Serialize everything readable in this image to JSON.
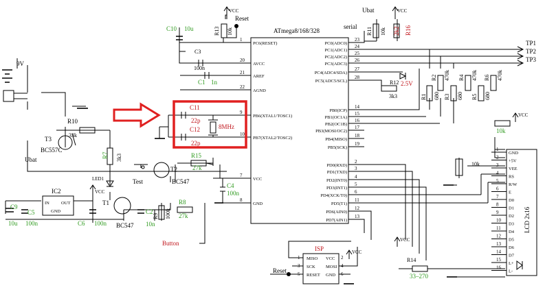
{
  "mcu": {
    "name": "ATmega8/168/328",
    "left_pins": [
      {
        "num": "1",
        "label": "PC6(RESET)"
      },
      {
        "num": "20",
        "label": "AVCC"
      },
      {
        "num": "21",
        "label": "AREF"
      },
      {
        "num": "22",
        "label": "AGND"
      },
      {
        "num": "9",
        "label": "PB6(XTAL1/TOSC1)"
      },
      {
        "num": "10",
        "label": "PB7(XTAL2/TOSC2)"
      },
      {
        "num": "7",
        "label": "VCC"
      },
      {
        "num": "8",
        "label": "GND"
      }
    ],
    "right_pins": [
      {
        "num": "23",
        "label": "PC0(ADC0)"
      },
      {
        "num": "24",
        "label": "PC1(ADC1)"
      },
      {
        "num": "25",
        "label": "PC2(ADC2)"
      },
      {
        "num": "26",
        "label": "PC3(ADC3)"
      },
      {
        "num": "27",
        "label": "PC4(ADC4/SDA)"
      },
      {
        "num": "28",
        "label": "PC5(ADC5/SCL)"
      },
      {
        "num": "14",
        "label": "PB0(ICP)"
      },
      {
        "num": "15",
        "label": "PB1(OC1A)"
      },
      {
        "num": "16",
        "label": "PB2(OC1B)"
      },
      {
        "num": "17",
        "label": "PB3(MOSI/OC2)"
      },
      {
        "num": "18",
        "label": "PB4(MISO)"
      },
      {
        "num": "19",
        "label": "PB5(SCK)"
      },
      {
        "num": "2",
        "label": "PD0(RXD)"
      },
      {
        "num": "3",
        "label": "PD1(TXD)"
      },
      {
        "num": "4",
        "label": "PD2(INT0)"
      },
      {
        "num": "5",
        "label": "PD3(INT1)"
      },
      {
        "num": "6",
        "label": "PD4(XCK/T0)"
      },
      {
        "num": "11",
        "label": "PD5(T1)"
      },
      {
        "num": "12",
        "label": "PD6(AIN0)"
      },
      {
        "num": "13",
        "label": "PD7(AIN1)"
      }
    ]
  },
  "lcd": {
    "name": "LCD 2x16",
    "pins": [
      {
        "num": "1",
        "label": "GND"
      },
      {
        "num": "2",
        "label": "+5V"
      },
      {
        "num": "3",
        "label": "VEE"
      },
      {
        "num": "4",
        "label": "RS"
      },
      {
        "num": "5",
        "label": "R/W"
      },
      {
        "num": "6",
        "label": "E"
      },
      {
        "num": "7",
        "label": "D0"
      },
      {
        "num": "8",
        "label": "D1"
      },
      {
        "num": "9",
        "label": "D2"
      },
      {
        "num": "10",
        "label": "D3"
      },
      {
        "num": "11",
        "label": "D4"
      },
      {
        "num": "12",
        "label": "D5"
      },
      {
        "num": "13",
        "label": "D6"
      },
      {
        "num": "14",
        "label": "D7"
      },
      {
        "num": "15",
        "label": "L+"
      },
      {
        "num": "16",
        "label": "L-"
      }
    ]
  },
  "isp": {
    "name": "ISP",
    "left_pins": [
      {
        "num": "1",
        "label": "MISO"
      },
      {
        "num": "3",
        "label": "SCK"
      },
      {
        "num": "5",
        "label": "RESET"
      }
    ],
    "right_pins": [
      {
        "num": "2",
        "label": "VCC"
      },
      {
        "num": "4",
        "label": "MOSI"
      },
      {
        "num": "6",
        "label": "GND"
      }
    ]
  },
  "ic2": {
    "name": "IC2",
    "in": "IN",
    "out": "OUT",
    "gnd": "GND"
  },
  "labels": {
    "vcc": "VCC",
    "reset": "Reset",
    "serial": "serial",
    "ubat": "Ubat",
    "nine_volt": "9V",
    "test": "Test",
    "button": "Button",
    "led1": "LED1",
    "tp1": "TP1",
    "tp2": "TP2",
    "tp3": "TP3",
    "crystal": "8MHz",
    "t1": "T1",
    "t1_type": "BC547",
    "t2": "T2",
    "t2_type": "BC547",
    "t3": "T3",
    "t3_type": "BC557C",
    "zener": "2.5V"
  },
  "components": {
    "c10": {
      "ref": "C10",
      "value": "10u"
    },
    "c3": {
      "ref": "C3",
      "value": "100n"
    },
    "c1": {
      "ref": "C1",
      "value": "1n"
    },
    "c11": {
      "ref": "C11",
      "value": "22p"
    },
    "c12": {
      "ref": "C12",
      "value": "22p"
    },
    "c4": {
      "ref": "C4",
      "value": "100n"
    },
    "c9": {
      "ref": "C9",
      "value": "10u"
    },
    "c5": {
      "ref": "C5",
      "value": "100n"
    },
    "c6": {
      "ref": "C6",
      "value": "100n"
    },
    "c2": {
      "ref": "C2",
      "value": "10n"
    },
    "r13": {
      "ref": "R13",
      "value": "10k"
    },
    "r11": {
      "ref": "R11",
      "value": "10k"
    },
    "r16": {
      "ref": "R16",
      "value": "2k2"
    },
    "r12": {
      "ref": "R12",
      "value": "3k3"
    },
    "r1": {
      "ref": "R1",
      "value": "680"
    },
    "r2": {
      "ref": "R2",
      "value": "470k"
    },
    "r3": {
      "ref": "R3",
      "value": "680"
    },
    "r4": {
      "ref": "R4",
      "value": "470k"
    },
    "r5": {
      "ref": "R5",
      "value": "680"
    },
    "r6": {
      "ref": "R6",
      "value": "470k"
    },
    "r10": {
      "ref": "R10",
      "value": "33k"
    },
    "r7": {
      "ref": "R7",
      "value": "3k3"
    },
    "r15": {
      "ref": "R15",
      "value": "27k"
    },
    "r8": {
      "ref": "R8",
      "value": "27k"
    },
    "r9": {
      "ref": "R9",
      "value": "100k"
    },
    "r14": {
      "ref": "R14",
      "value": "33–270"
    },
    "pot": {
      "value": "10k"
    },
    "r_lcd": {
      "value": "10k"
    }
  }
}
